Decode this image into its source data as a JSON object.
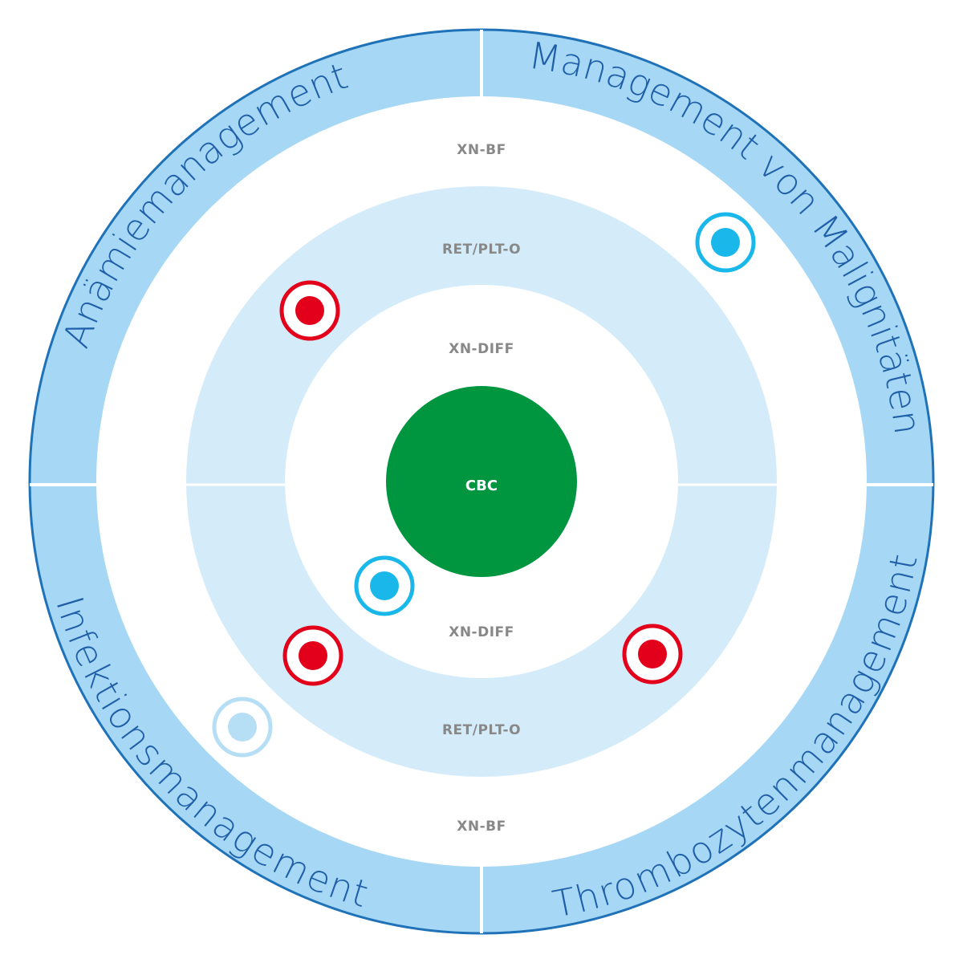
{
  "colors": {
    "outer_ring": "#a6d8f5",
    "outer_ring_border": "#1f72b8",
    "mid_ring": "#d4ebf9",
    "divider": "#ffffff",
    "ring_text": "#1f5fa8",
    "level_text": "#888888",
    "center_fill": "#009640",
    "center_text": "#ffffff",
    "marker_red": "#e2001a",
    "marker_blue": "#1ab8ea",
    "marker_light": "#b6def5"
  },
  "quadrants": {
    "top_left": "Anämiemanagement",
    "top_right": "Management von Malignitäten",
    "bottom_left": "Infektionsmanagement",
    "bottom_right": "Thrombozytenmanagement"
  },
  "levels": {
    "top_outer": "XN-BF",
    "top_mid": "RET/PLT-O",
    "top_inner": "XN-DIFF",
    "bottom_inner": "XN-DIFF",
    "bottom_mid": "RET/PLT-O",
    "bottom_outer": "XN-BF"
  },
  "center": {
    "label": "CBC"
  },
  "markers": [
    {
      "id": "marker-anemia-red",
      "color": "red"
    },
    {
      "id": "marker-malignancy-blue",
      "color": "blue"
    },
    {
      "id": "marker-infection-blue",
      "color": "blue"
    },
    {
      "id": "marker-infection-red",
      "color": "red"
    },
    {
      "id": "marker-thrombocyte-red",
      "color": "red"
    },
    {
      "id": "marker-infection-light",
      "color": "light"
    }
  ]
}
